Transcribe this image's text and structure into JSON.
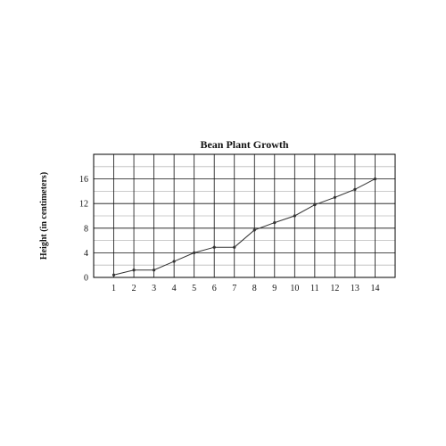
{
  "chart_data": {
    "type": "line",
    "title": "Bean Plant Growth",
    "xlabel": "",
    "ylabel": "Height (in centimeters)",
    "x": [
      1,
      2,
      3,
      4,
      5,
      6,
      7,
      8,
      9,
      10,
      11,
      12,
      13,
      14
    ],
    "y": [
      0.4,
      1.2,
      1.2,
      2.6,
      4.0,
      4.9,
      4.9,
      7.7,
      8.9,
      10.0,
      11.8,
      13.0,
      14.3,
      16.0
    ],
    "xlim": [
      0,
      15
    ],
    "ylim": [
      0,
      20
    ],
    "xticks": [
      1,
      2,
      3,
      4,
      5,
      6,
      7,
      8,
      9,
      10,
      11,
      12,
      13,
      14
    ],
    "yticks": [
      0,
      4,
      8,
      12,
      16
    ],
    "grid": true,
    "colors": {
      "line": "#333333",
      "grid_major": "#111111",
      "grid_minor": "#bbbbbb"
    }
  }
}
